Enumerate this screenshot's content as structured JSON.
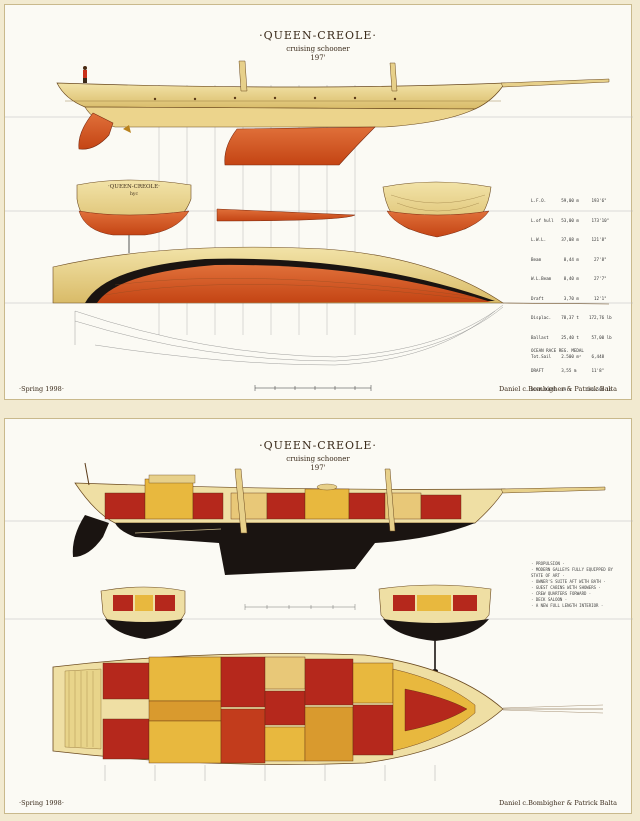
{
  "sheet_top": {
    "title": "·QUEEN-CREOLE·",
    "subtitle": "cruising schooner",
    "length": "197'",
    "stern_name": "·QUEEN-CREOLE·",
    "stern_port": "hyc",
    "date": "·Spring 1998·",
    "authors": "Daniel c.Bombigher & Patrick Balta",
    "specs": [
      "L.F.O.      59,00 m     193'6\"",
      "L.of hull   53,00 m     173'10\"",
      "L.W.L.      37,08 m     121'8\"",
      "Beam         8,44 m      27'8\"",
      "W.L.Beam     8,40 m      27'7\"",
      "Draft        3,70 m      12'1\"",
      "Displac.    78,37 t    172,76 lb",
      "Ballast     25,40 t     57,00 lb",
      "Tot.Sail    2.500 m²    6,448"
    ],
    "notes": [
      "OCEAN RACE REG. MEDAL",
      "DRAFT       3,55 m      11'8\"",
      "DISPLACEMT  89 t      196.500 lb"
    ]
  },
  "sheet_bottom": {
    "title": "·QUEEN-CREOLE·",
    "subtitle": "cruising schooner",
    "length": "197'",
    "date": "·Spring 1998·",
    "authors": "Daniel c.Bombigher & Patrick Balta",
    "notes": [
      "· PROPULSION ·",
      "· MODERN GALLEYS FULLY EQUIPPED BY",
      "  STATE OF ART ·",
      "· OWNER'S SUITE AFT WITH BATH ·",
      "· GUEST CABINS WITH SHOWERS ·",
      "· CREW QUARTERS FORWARD ·",
      "· DECK SALOON ·",
      "· A NEW FULL LENGTH INTERIOR ·"
    ]
  },
  "colors": {
    "paper": "#fbfaf4",
    "hull_varnish": "#e9d48a",
    "antifouling": "#d4551f",
    "bottom_black": "#1a1411",
    "interior_red": "#b5281c",
    "interior_yellow": "#e8b83e"
  }
}
